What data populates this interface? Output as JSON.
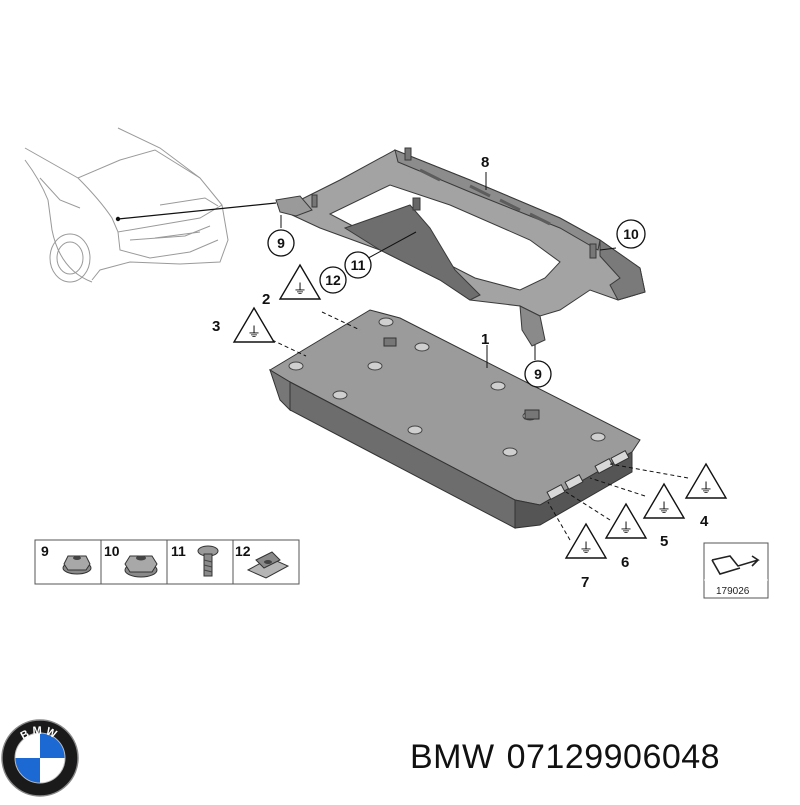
{
  "diagram": {
    "callouts": {
      "c1": "1",
      "c2": "2",
      "c3": "3",
      "c4": "4",
      "c5": "5",
      "c6": "6",
      "c7": "7",
      "c8": "8",
      "c9_left": "9",
      "c9_right": "9",
      "c10": "10",
      "c11": "11",
      "c12": "12"
    },
    "parts_panel": {
      "items": [
        {
          "label": "9"
        },
        {
          "label": "10"
        },
        {
          "label": "11"
        },
        {
          "label": "12"
        }
      ]
    },
    "reference_number": "179026"
  },
  "footer": {
    "brand": "BMW",
    "part_number": "07129906048",
    "logo_letters": "BMW"
  },
  "colors": {
    "part_gray": "#8a8a8a",
    "part_dark": "#5f5f5f",
    "line": "#222222",
    "logo_blue": "#1c69d4",
    "logo_black": "#111111"
  }
}
